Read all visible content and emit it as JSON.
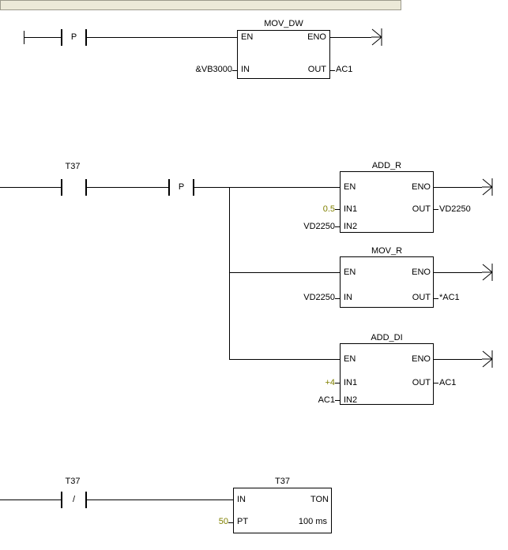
{
  "colors": {
    "constant": "#808000",
    "barfill": "#ECE9D8",
    "barborder": "#9C9A8C",
    "wire": "#000000"
  },
  "networks": {
    "net1": {
      "contact_p": {
        "symbol": "P"
      },
      "mov_dw": {
        "title": "MOV_DW",
        "pin_en": "EN",
        "pin_eno": "ENO",
        "pin_in": "IN",
        "pin_out": "OUT",
        "in_operand": "&VB3000",
        "out_operand": "AC1"
      }
    },
    "net2": {
      "contact_t37": {
        "label": "T37"
      },
      "contact_p": {
        "symbol": "P"
      },
      "add_r": {
        "title": "ADD_R",
        "pin_en": "EN",
        "pin_eno": "ENO",
        "pin_in1": "IN1",
        "pin_in2": "IN2",
        "pin_out": "OUT",
        "in1_operand": "0.5",
        "in2_operand": "VD2250",
        "out_operand": "VD2250"
      },
      "mov_r": {
        "title": "MOV_R",
        "pin_en": "EN",
        "pin_eno": "ENO",
        "pin_in": "IN",
        "pin_out": "OUT",
        "in_operand": "VD2250",
        "out_operand": "*AC1"
      },
      "add_di": {
        "title": "ADD_DI",
        "pin_en": "EN",
        "pin_eno": "ENO",
        "pin_in1": "IN1",
        "pin_in2": "IN2",
        "pin_out": "OUT",
        "in1_operand": "+4",
        "in2_operand": "AC1",
        "out_operand": "AC1"
      }
    },
    "net3": {
      "contact_t37": {
        "label": "T37",
        "symbol": "/"
      },
      "timer": {
        "title": "T37",
        "pin_in": "IN",
        "pin_type": "TON",
        "pin_pt": "PT",
        "pt_operand": "50",
        "time_base": "100 ms"
      }
    }
  }
}
